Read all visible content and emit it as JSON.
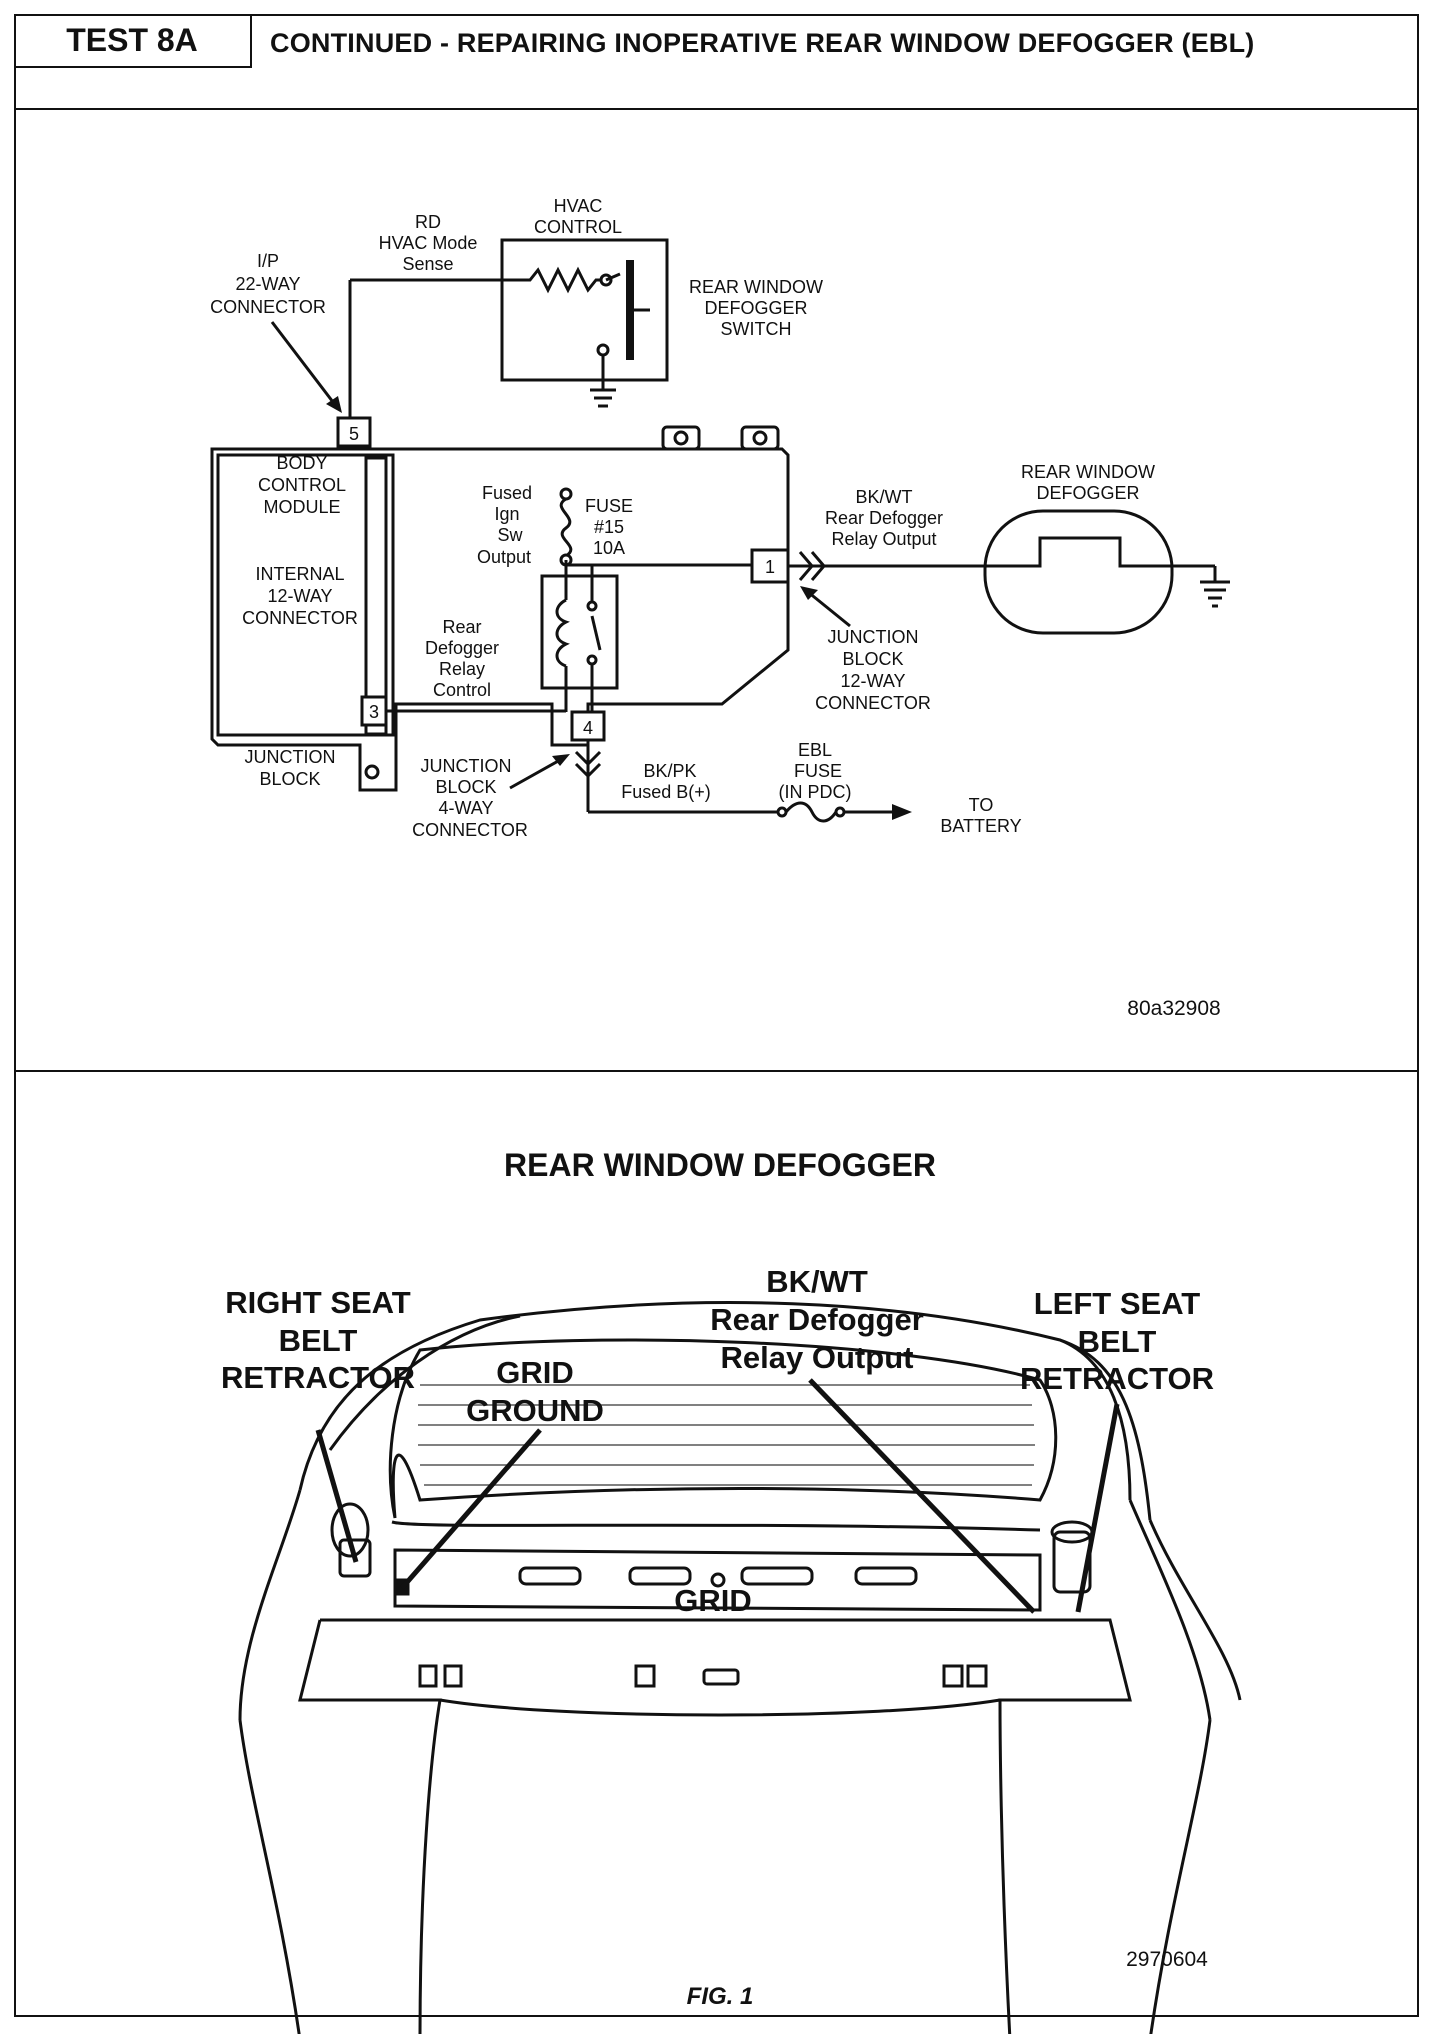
{
  "header": {
    "test_label": "TEST 8A",
    "title": "CONTINUED - REPAIRING INOPERATIVE REAR WINDOW DEFOGGER (EBL)"
  },
  "schematic": {
    "hvac_control": [
      "HVAC",
      "CONTROL"
    ],
    "rd_hvac_mode": [
      "RD",
      "HVAC Mode",
      "Sense"
    ],
    "ip_connector": [
      "I/P",
      "22-WAY",
      "CONNECTOR"
    ],
    "rear_window_defogger_switch": [
      "REAR WINDOW",
      "DEFOGGER",
      "SWITCH"
    ],
    "pin_5": "5",
    "pin_1": "1",
    "pin_3": "3",
    "pin_4": "4",
    "body_control_module": [
      "BODY",
      "CONTROL",
      "MODULE"
    ],
    "internal_connector": [
      "INTERNAL",
      "12-WAY",
      "CONNECTOR"
    ],
    "fused_ign": [
      "Fused",
      "Ign",
      "Sw",
      "Output"
    ],
    "fuse_15": [
      "FUSE",
      "#15",
      "10A"
    ],
    "relay_control": [
      "Rear",
      "Defogger",
      "Relay",
      "Control"
    ],
    "bk_wt_output": [
      "BK/WT",
      "Rear Defogger",
      "Relay Output"
    ],
    "rear_window_defogger": [
      "REAR WINDOW",
      "DEFOGGER"
    ],
    "jb_12way": [
      "JUNCTION",
      "BLOCK",
      "12-WAY",
      "CONNECTOR"
    ],
    "junction_block": [
      "JUNCTION",
      "BLOCK"
    ],
    "jb_4way": [
      "JUNCTION",
      "BLOCK",
      "4-WAY",
      "CONNECTOR"
    ],
    "bk_pk": [
      "BK/PK",
      "Fused B(+)"
    ],
    "ebl_fuse": [
      "EBL",
      "FUSE",
      "(IN PDC)"
    ],
    "to_battery": [
      "TO",
      "BATTERY"
    ],
    "figure_code": "80a32908"
  },
  "illustration": {
    "title": "REAR WINDOW DEFOGGER",
    "right_seat_belt": [
      "RIGHT SEAT",
      "BELT",
      "RETRACTOR"
    ],
    "grid_ground": [
      "GRID",
      "GROUND"
    ],
    "bk_wt": [
      "BK/WT",
      "Rear Defogger",
      "Relay Output"
    ],
    "left_seat_belt": [
      "LEFT SEAT",
      "BELT",
      "RETRACTOR"
    ],
    "grid": "GRID",
    "figure_code": "2970604",
    "caption": "FIG. 1"
  }
}
